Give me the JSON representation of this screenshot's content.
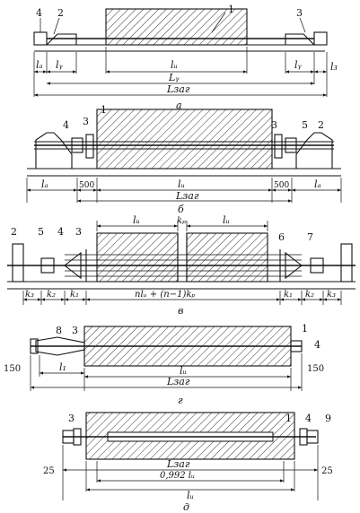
{
  "views": {
    "a": {
      "letter": "а",
      "callouts": [
        "1",
        "2",
        "3",
        "4"
      ],
      "dims": {
        "la": "lₐ",
        "ly_left": "lᵧ",
        "lu": "lᵤ",
        "ly_right": "lᵧ",
        "l3": "l₃",
        "Ly": "Lᵧ",
        "Lzag": "Lзаг"
      }
    },
    "b": {
      "letter": "б",
      "callouts": [
        "1",
        "2",
        "3",
        "3",
        "4",
        "5"
      ],
      "dims": {
        "la_left": "lₐ",
        "d500_left": "500",
        "lu": "lᵤ",
        "d500_right": "500",
        "la_right": "lₐ",
        "Lzag": "Lзаг"
      }
    },
    "v": {
      "letter": "в",
      "callouts": [
        "2",
        "3",
        "4",
        "5",
        "6",
        "7"
      ],
      "dims": {
        "lu_left": "lᵤ",
        "kp": "kₚ",
        "lu_right": "lᵤ",
        "k3_left": "k₃",
        "k2_left": "k₂",
        "k1_left": "k₁",
        "formula": "nlᵤ + (n−1)kₚ",
        "k1_right": "k₁",
        "k2_right": "k₂",
        "k3_right": "k₃"
      }
    },
    "g": {
      "letter": "г",
      "callouts": [
        "1",
        "3",
        "4",
        "8"
      ],
      "dims": {
        "d150_left": "150",
        "l1": "l₁",
        "lu": "lᵤ",
        "d150_right": "150",
        "Lzag": "Lзаг"
      }
    },
    "d": {
      "letter": "д",
      "callouts": [
        "1",
        "3",
        "4",
        "9"
      ],
      "dims": {
        "d25_left": "25",
        "Lzag": "Lзаг",
        "d25_right": "25",
        "lu_frac": "0,992 lᵤ",
        "lu": "lᵤ"
      }
    }
  }
}
